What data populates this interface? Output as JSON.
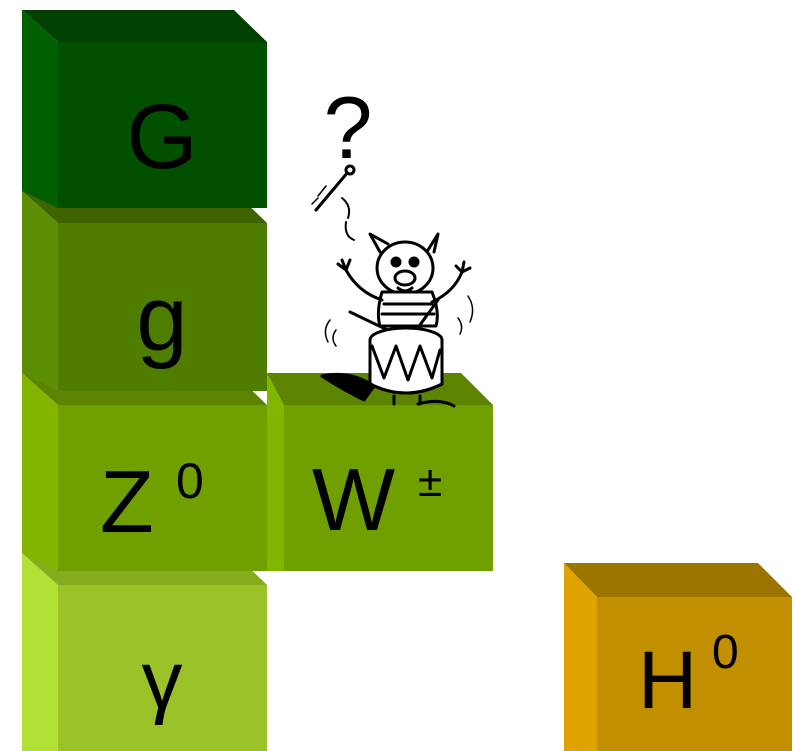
{
  "cubes": {
    "graviton": {
      "symbol": "G",
      "sup": "",
      "front": "#005000",
      "top": "#004000",
      "side": "#006000"
    },
    "gluon": {
      "symbol": "g",
      "sup": "",
      "front": "#4f7d00",
      "top": "#3f6300",
      "side": "#5c8e06"
    },
    "z_boson": {
      "symbol": "Z",
      "sup": "0",
      "front": "#70a000",
      "top": "#5d8400",
      "side": "#82b500"
    },
    "w_boson": {
      "symbol": "W",
      "sup": "±",
      "front": "#70a000",
      "top": "#5d8400",
      "side": "#82b500"
    },
    "photon": {
      "symbol": "γ",
      "sup": "",
      "front": "#9cc22a",
      "top": "#84ac1c",
      "side": "#b2e035"
    },
    "higgs": {
      "symbol": "H",
      "sup": "0",
      "front": "#c28f00",
      "top": "#9c7500",
      "side": "#dfa300"
    }
  },
  "question": "?",
  "illustration": "drummer-creature"
}
